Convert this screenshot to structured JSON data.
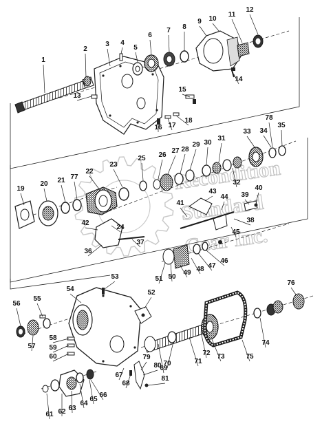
{
  "watermark": {
    "lines": [
      "Recondition",
      "Standard",
      "Gear Inc."
    ],
    "color": "#c9c9c9"
  },
  "colors": {
    "ink": "#111111",
    "stroke": "#1a1a1a",
    "shade": "#555555",
    "light": "#d9d9d9",
    "paper": "#ffffff"
  },
  "labels": [
    "1",
    "2",
    "3",
    "4",
    "5",
    "6",
    "7",
    "8",
    "9",
    "10",
    "11",
    "12",
    "13",
    "14",
    "15",
    "16",
    "17",
    "18",
    "19",
    "20",
    "21",
    "22",
    "23",
    "24",
    "25",
    "26",
    "27",
    "28",
    "29",
    "30",
    "31",
    "32",
    "33",
    "34",
    "35",
    "36",
    "37",
    "38",
    "39",
    "40",
    "41",
    "42",
    "43",
    "44",
    "45",
    "46",
    "47",
    "48",
    "49",
    "50",
    "51",
    "52",
    "53",
    "54",
    "55",
    "56",
    "57",
    "58",
    "59",
    "60",
    "61",
    "62",
    "63",
    "64",
    "65",
    "66",
    "67",
    "68",
    "69",
    "70",
    "71",
    "72",
    "73",
    "74",
    "75",
    "76",
    "77",
    "78",
    "79",
    "80",
    "81"
  ]
}
